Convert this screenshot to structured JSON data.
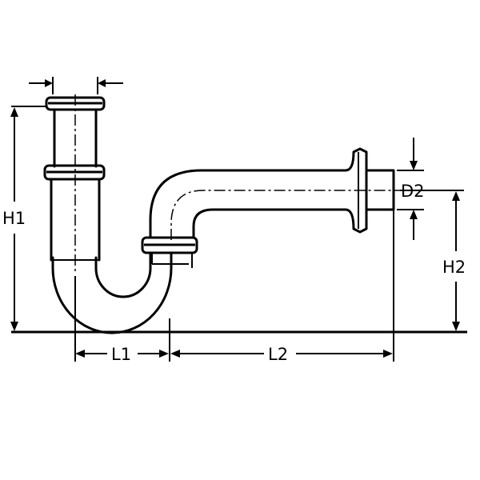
{
  "diagram": {
    "labels": {
      "h1": "H1",
      "h2": "H2",
      "l1": "L1",
      "l2": "L2",
      "d2": "D2"
    },
    "colors": {
      "line": "#000000",
      "background": "#ffffff"
    }
  }
}
